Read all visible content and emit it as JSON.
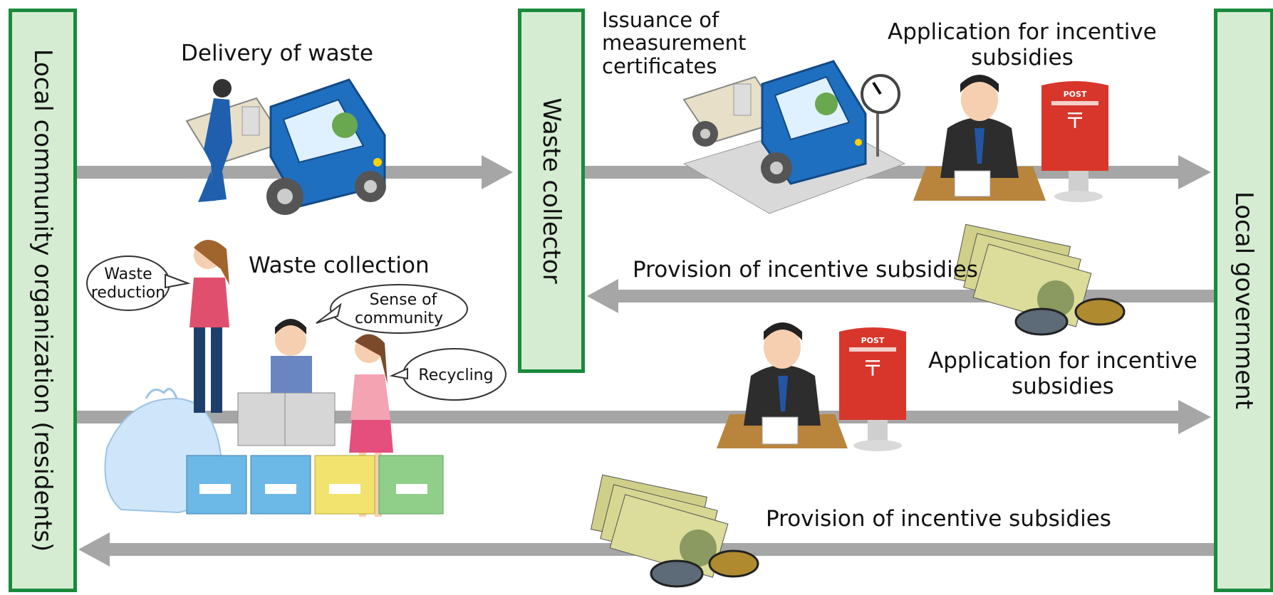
{
  "nodes": {
    "residents": "Local community organization (residents)",
    "collector": "Waste collector",
    "government": "Local government"
  },
  "labels": {
    "delivery": "Delivery of waste",
    "issuance": [
      "Issuance of",
      "measurement",
      "certificates"
    ],
    "application_top": [
      "Application for incentive",
      "subsidies"
    ],
    "provision_mid": "Provision of incentive subsidies",
    "waste_collection": "Waste collection",
    "application_bottom": [
      "Application for incentive",
      "subsidies"
    ],
    "provision_bottom": "Provision of incentive subsidies"
  },
  "bubbles": {
    "waste_reduction": [
      "Waste",
      "reduction"
    ],
    "sense_of_community": [
      "Sense of",
      "community"
    ],
    "recycling": "Recycling"
  },
  "mailbox_text": "POST",
  "colors": {
    "box_fill": "#d5ecd3",
    "box_border": "#1a8a3c",
    "arrow": "#a6a6a6",
    "truck": "#1f6fc0",
    "mailbox": "#d9362b"
  }
}
